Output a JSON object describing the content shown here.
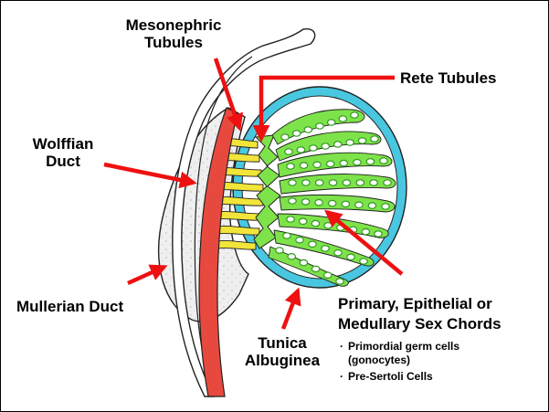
{
  "labels": {
    "mesonephric": [
      "Mesonephric",
      "Tubules"
    ],
    "rete": "Rete Tubules",
    "wolffian": [
      "Wolffian",
      "Duct"
    ],
    "mullerian": "Mullerian Duct",
    "tunica": [
      "Tunica",
      "Albuginea"
    ],
    "primary": [
      "Primary, Epithelial or",
      "Medullary Sex Chords"
    ],
    "bullets": [
      [
        "Primordial germ cells",
        "(gonocytes)"
      ],
      [
        "Pre-Sertoli Cells"
      ]
    ]
  },
  "colors": {
    "arrow": "#ee1111",
    "tunica_ring": "#49c7e0",
    "cords_fill": "#7ee24a",
    "cells": "#2f9a20",
    "mesonephric_tubules": "#f2e53a",
    "wolffian_duct": "#e8493f",
    "mesonephros": "#ececec"
  }
}
